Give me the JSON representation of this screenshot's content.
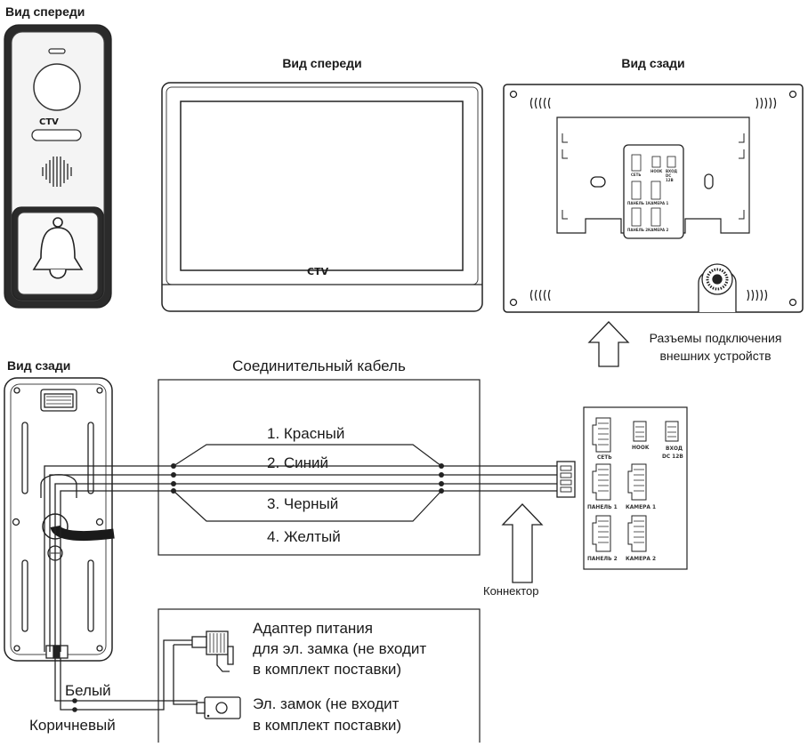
{
  "headings": {
    "panel_front": "Вид спереди",
    "monitor_front": "Вид спереди",
    "monitor_rear": "Вид сзади",
    "panel_rear": "Вид сзади"
  },
  "logo_text": "CTV",
  "cable": {
    "title": "Соединительный кабель",
    "wires": [
      "1. Красный",
      "2. Синий",
      "3. Черный",
      "4. Желтый"
    ]
  },
  "connectors_note_line1": "Разъемы подключения",
  "connectors_note_line2": "внешних устройств",
  "connector_label": "Коннектор",
  "ports": {
    "set": "СЕТЬ",
    "hook": "HOOK",
    "power_line1": "ВХОД",
    "power_line2": "DC 12В",
    "panel1": "ПАНЕЛЬ 1",
    "camera1": "КАМЕРА 1",
    "panel2": "ПАНЕЛЬ 2",
    "camera2": "КАМЕРА 2"
  },
  "ports_small": {
    "set": "СЕТЬ",
    "hook": "HOOK",
    "power": "ВХОД DC 12В",
    "panel1": "ПАНЕЛЬ 1",
    "camera1": "КАМЕРА 1",
    "panel2": "ПАНЕЛЬ 2",
    "camera2": "КАМЕРА 2"
  },
  "adapter": {
    "line1": "Адаптер питания",
    "line2": "для эл. замка (не входит",
    "line3": "в комплект поставки)"
  },
  "lock": {
    "line1": "Эл. замок (не входит",
    "line2": "в комплект поставки)"
  },
  "wire_white": "Белый",
  "wire_brown": "Коричневый"
}
